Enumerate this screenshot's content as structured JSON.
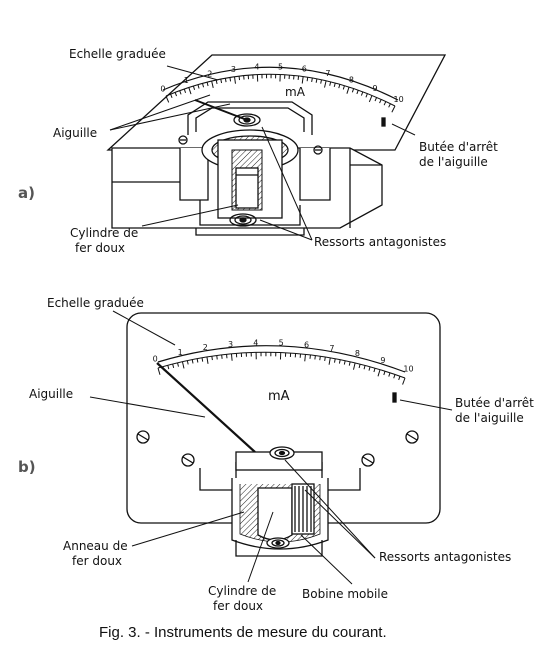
{
  "diagram_a": {
    "section_label": "a)",
    "labels": {
      "scale": "Echelle graduée",
      "needle": "Aiguille",
      "stop_line1": "Butée d'arrêt",
      "stop_line2": "de l'aiguille",
      "cylinder_line1": "Cylindre de",
      "cylinder_line2": "fer doux",
      "springs": "Ressorts antagonistes"
    },
    "scale_ticks": [
      "0",
      "1",
      "2",
      "3",
      "4",
      "5",
      "6",
      "7",
      "8",
      "9",
      "10"
    ],
    "unit": "mA"
  },
  "diagram_b": {
    "section_label": "b)",
    "labels": {
      "scale": "Echelle graduée",
      "needle": "Aiguille",
      "stop_line1": "Butée d'arrêt",
      "stop_line2": "de l'aiguille",
      "ring_line1": "Anneau de",
      "ring_line2": "fer doux",
      "springs": "Ressorts antagonistes",
      "cylinder_line1": "Cylindre de",
      "cylinder_line2": "fer doux",
      "coil": "Bobine mobile"
    },
    "scale_ticks": [
      "0",
      "1",
      "2",
      "3",
      "4",
      "5",
      "6",
      "7",
      "8",
      "9",
      "10"
    ],
    "unit": "mA"
  },
  "caption": "Fig. 3. - Instruments de mesure du courant."
}
